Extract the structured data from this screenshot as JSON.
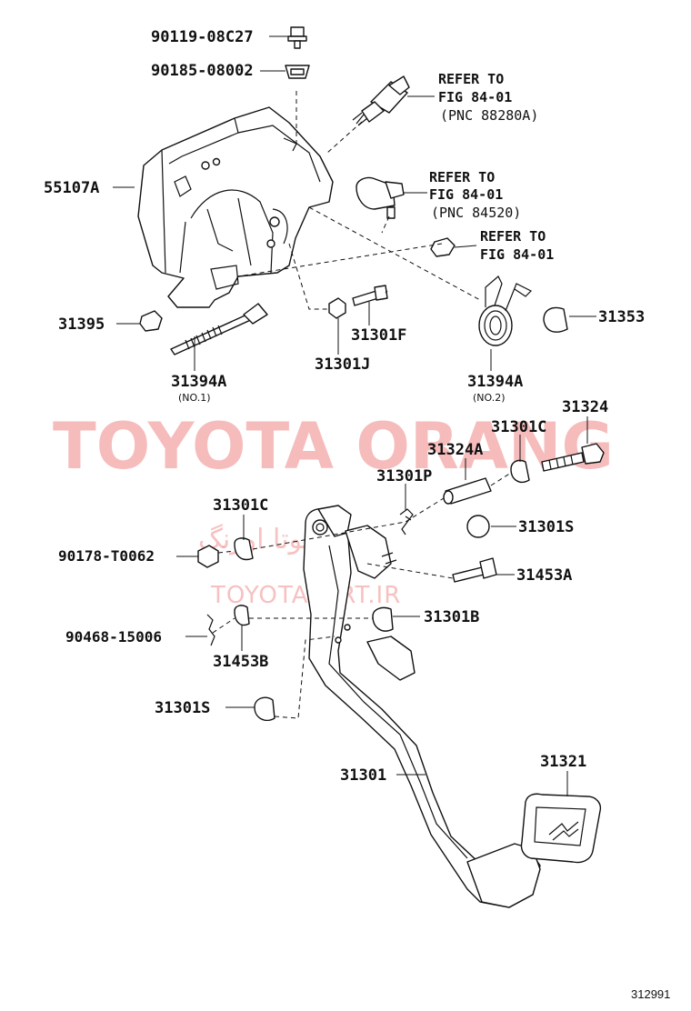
{
  "watermark": {
    "brand": "TOYOTA ORANG",
    "persian": "تويوتا اورنگ",
    "site": "TOYOTAPART.IR"
  },
  "diagram_code": "312991",
  "parts": {
    "p_90119": "90119-08C27",
    "p_90185": "90185-08002",
    "p_55107A": "55107A",
    "p_31395": "31395",
    "p_31394A_1": "31394A",
    "p_31394A_1_note": "(NO.1)",
    "p_31301J": "31301J",
    "p_31301F": "31301F",
    "p_31394A_2": "31394A",
    "p_31394A_2_note": "(NO.2)",
    "p_31353": "31353",
    "p_31324": "31324",
    "p_31301C_top": "31301C",
    "p_31324A": "31324A",
    "p_31301P": "31301P",
    "p_31301C_left": "31301C",
    "p_90178": "90178-T0062",
    "p_31301S_right": "31301S",
    "p_31453A": "31453A",
    "p_90468": "90468-15006",
    "p_31301B": "31301B",
    "p_31453B": "31453B",
    "p_31301S_left": "31301S",
    "p_31301": "31301",
    "p_31321": "31321"
  },
  "refs": {
    "ref1": {
      "line1": "REFER TO",
      "line2": "FIG 84-01",
      "line3": "(PNC 88280A)"
    },
    "ref2": {
      "line1": "REFER TO",
      "line2": "FIG 84-01",
      "line3": "(PNC 84520)"
    },
    "ref3": {
      "line1": "REFER TO",
      "line2": "FIG 84-01"
    }
  }
}
